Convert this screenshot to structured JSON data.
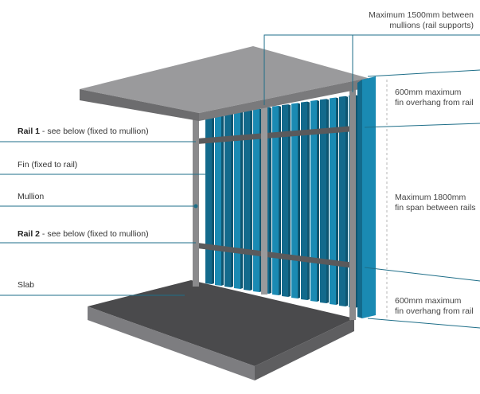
{
  "labels": {
    "rail1_bold": "Rail 1",
    "rail1_rest": " - see below (fixed to mullion)",
    "fin": "Fin (fixed to rail)",
    "mullion": "Mullion",
    "rail2_bold": "Rail 2",
    "rail2_rest": " - see below (fixed to mullion)",
    "slab": "Slab"
  },
  "annotations": {
    "mullion_spacing_line1": "Maximum 1500mm between",
    "mullion_spacing_line2": "mullions (rail supports)",
    "top_overhang_line1": "600mm maximum",
    "top_overhang_line2": "fin overhang from rail",
    "fin_span_line1": "Maximum 1800mm",
    "fin_span_line2": "fin span between rails",
    "bottom_overhang_line1": "600mm maximum",
    "bottom_overhang_line2": "fin overhang from rail"
  },
  "colors": {
    "fin": "#1a8ab3",
    "fin_dark": "#136a8c",
    "slab_top": "#4a4a4c",
    "slab_side": "#7d7d80",
    "canopy_top": "#9a9a9c",
    "canopy_side": "#6c6c6e",
    "mullion": "#8a8a8c",
    "rail": "#5a5a5c",
    "leader": "#1e6e88"
  }
}
